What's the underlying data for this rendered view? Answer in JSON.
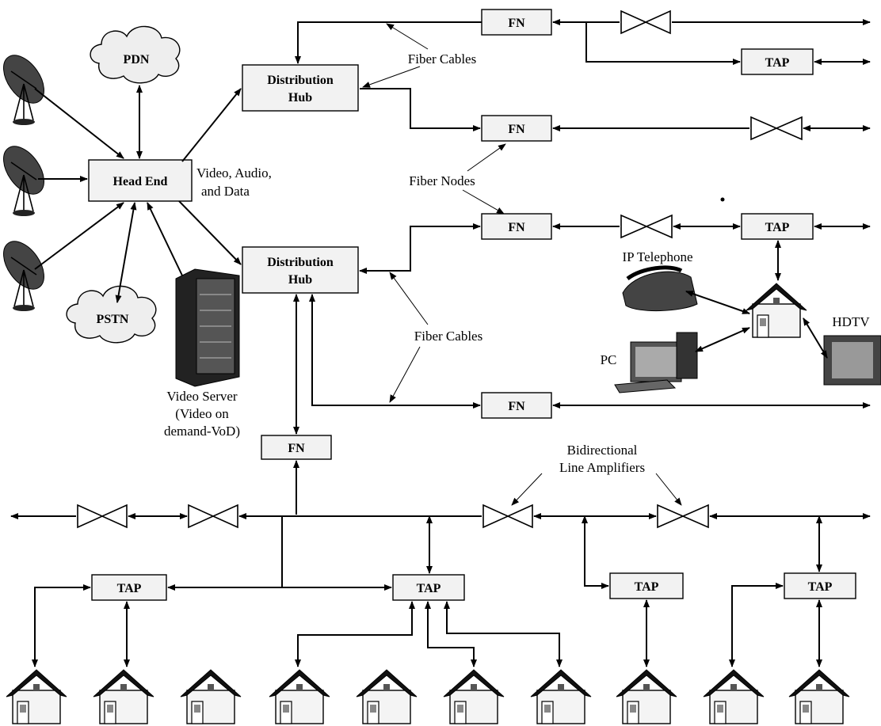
{
  "labels": {
    "pdn": "PDN",
    "pstn": "PSTN",
    "head_end": "Head End",
    "hub_line1": "Distribution",
    "hub_line2": "Hub",
    "video_audio_line1": "Video, Audio,",
    "video_audio_line2": "and Data",
    "fiber_cables": "Fiber Cables",
    "fiber_nodes": "Fiber Nodes",
    "fn": "FN",
    "tap": "TAP",
    "video_server_line1": "Video Server",
    "video_server_line2": "(Video on",
    "video_server_line3": "demand-VoD)",
    "ip_telephone": "IP Telephone",
    "pc": "PC",
    "hdtv": "HDTV",
    "bidir_line1": "Bidirectional",
    "bidir_line2": "Line Amplifiers"
  }
}
